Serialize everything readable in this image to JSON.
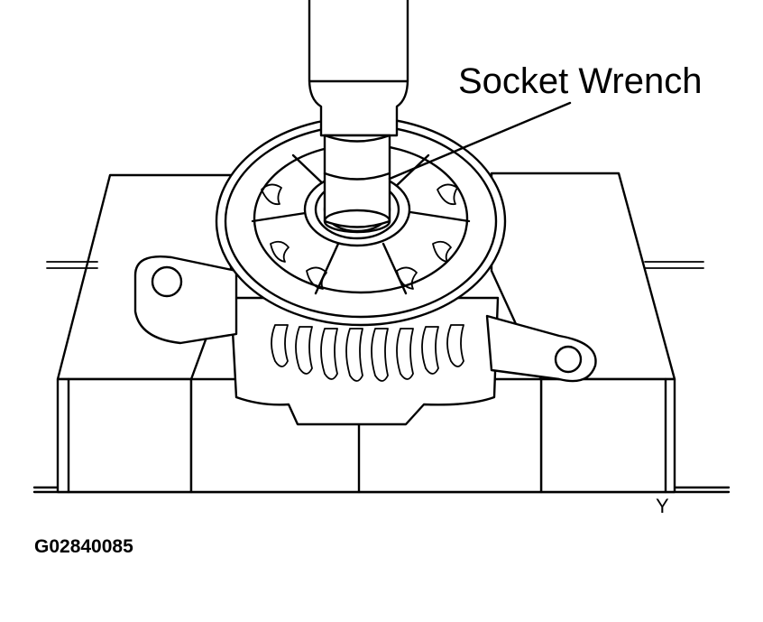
{
  "labels": {
    "callout": "Socket Wrench",
    "view_marker": "Y",
    "figure_id": "G02840085"
  }
}
